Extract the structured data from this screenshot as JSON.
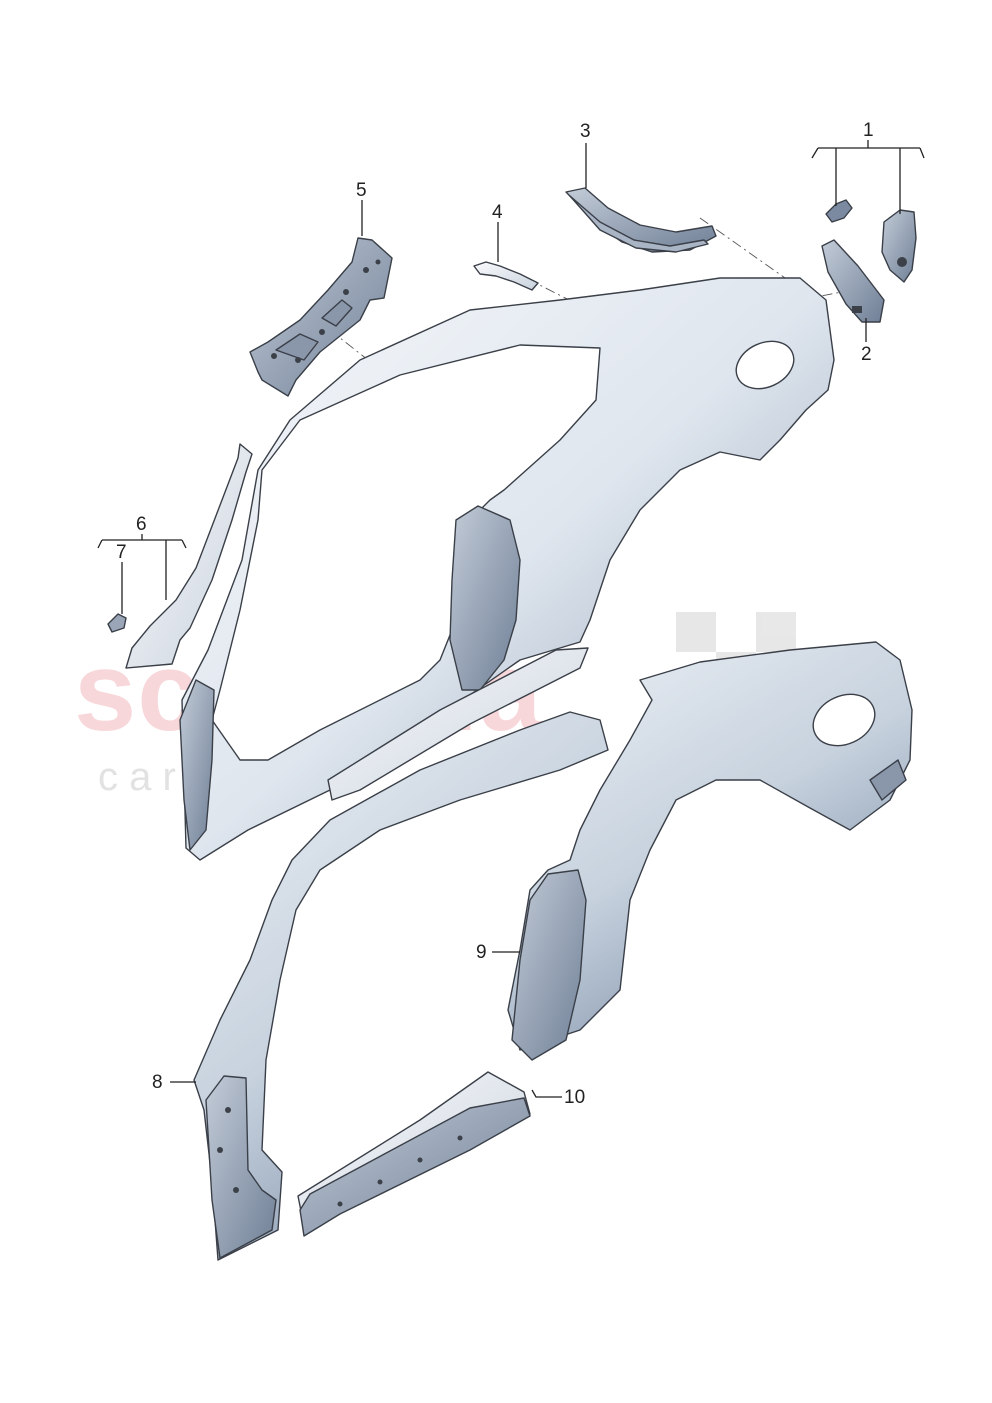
{
  "watermark": {
    "brand": "scuderia",
    "subline": "c a r   p a r t s",
    "brand_color": "#f3b8bc"
  },
  "callouts": [
    "1",
    "2",
    "3",
    "4",
    "5",
    "6",
    "7",
    "8",
    "9",
    "10"
  ],
  "colors": {
    "panel_light": "#f4f6f9",
    "panel_dark": "#8e9db2",
    "outline": "#3a3f48"
  }
}
